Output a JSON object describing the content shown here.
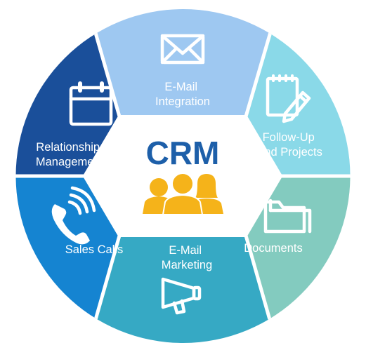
{
  "center": {
    "title": "CRM",
    "icon": "people-group-icon",
    "color": "#1d5fa9",
    "icon_color": "#f5b31a"
  },
  "segments": [
    {
      "id": "email-integration",
      "lines": [
        "E-Mail",
        "Integration"
      ],
      "icon": "envelope-icon",
      "color": "#9ec8f1"
    },
    {
      "id": "follow-up-projects",
      "lines": [
        "Follow-Up",
        "and Projects"
      ],
      "icon": "notepad-pencil-icon",
      "color": "#8ad9e8"
    },
    {
      "id": "documents",
      "lines": [
        "Documents"
      ],
      "icon": "folder-icon",
      "color": "#83cbbf"
    },
    {
      "id": "email-marketing",
      "lines": [
        "E-Mail",
        "Marketing"
      ],
      "icon": "megaphone-icon",
      "color": "#36a9c4"
    },
    {
      "id": "sales-calls",
      "lines": [
        "Sales Calls"
      ],
      "icon": "phone-icon",
      "color": "#1584d1"
    },
    {
      "id": "relationship-management",
      "lines": [
        "Relationship",
        "Management"
      ],
      "icon": "calendar-icon",
      "color": "#1a4f9a"
    }
  ]
}
